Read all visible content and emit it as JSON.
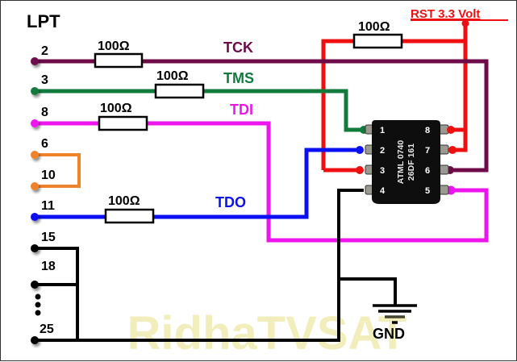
{
  "title": "LPT",
  "watermark": "RidhaTVSAT",
  "power_label": "RST 3.3 Volt",
  "ground_label": "GND",
  "resistor_label": "100Ω",
  "signals": {
    "tck": {
      "label": "TCK",
      "color": "#6e0a48"
    },
    "tms": {
      "label": "TMS",
      "color": "#137a3e"
    },
    "tdi": {
      "label": "TDI",
      "color": "#ee14ee"
    },
    "tdo": {
      "label": "TDO",
      "color": "#0a10f0"
    }
  },
  "colors": {
    "rst": "#ee1010",
    "bridge": "#f0822a",
    "ground": "#000000",
    "watermark": "#f2eebc"
  },
  "lpt_pins": [
    {
      "pin": "2",
      "signal": "TCK"
    },
    {
      "pin": "3",
      "signal": "TMS"
    },
    {
      "pin": "8",
      "signal": "TDI"
    },
    {
      "pin": "6",
      "signal": "bridge"
    },
    {
      "pin": "10",
      "signal": "bridge"
    },
    {
      "pin": "11",
      "signal": "TDO"
    },
    {
      "pin": "15",
      "signal": "GND"
    },
    {
      "pin": "18",
      "signal": "GND"
    },
    {
      "pin": "25",
      "signal": "GND"
    }
  ],
  "chip": {
    "line1": "ATML 0740",
    "line2": "26DF 161",
    "left_pins": [
      "1",
      "2",
      "3",
      "4"
    ],
    "right_pins": [
      "8",
      "7",
      "6",
      "5"
    ]
  }
}
